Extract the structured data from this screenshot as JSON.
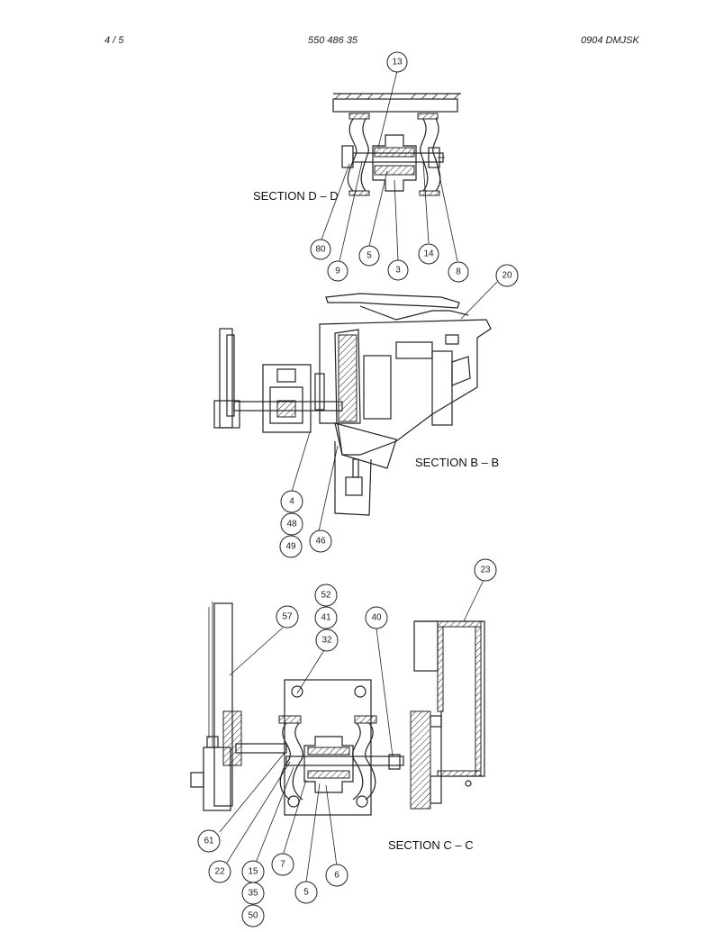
{
  "header": {
    "page": "4 /  5",
    "doc_number": "550 486 35",
    "revision": "0904   DMJSK"
  },
  "sections": {
    "dd": "SECTION D – D",
    "bb": "SECTION B – B",
    "cc": "SECTION C – C"
  },
  "callouts_dd": [
    "13",
    "80",
    "9",
    "5",
    "3",
    "14",
    "8"
  ],
  "callouts_bb": [
    "20",
    "4",
    "48",
    "49",
    "46"
  ],
  "callouts_cc": [
    "23",
    "52",
    "41",
    "32",
    "57",
    "40",
    "61",
    "22",
    "15",
    "35",
    "50",
    "7",
    "5",
    "6"
  ]
}
